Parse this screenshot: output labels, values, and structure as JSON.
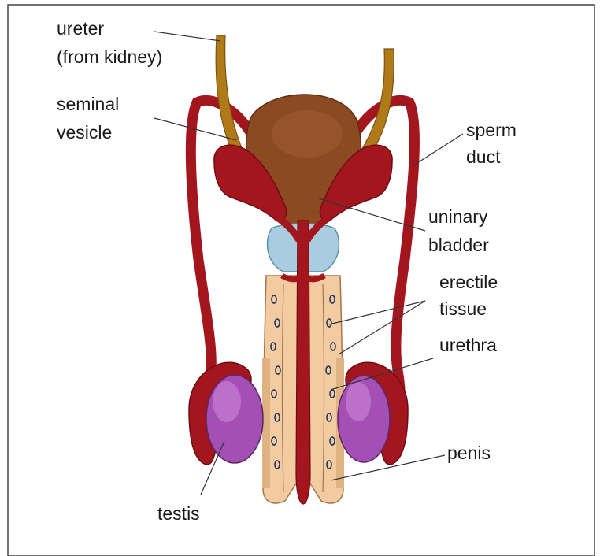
{
  "diagram": {
    "labels": {
      "ureter_line1": "ureter",
      "ureter_line2": "(from kidney)",
      "seminal_line1": "seminal",
      "seminal_line2": "vesicle",
      "sperm_line1": "sperm",
      "sperm_line2": "duct",
      "bladder_line1": "uninary",
      "bladder_line2": "bladder",
      "erectile_line1": "erectile",
      "erectile_line2": "tissue",
      "urethra": "urethra",
      "penis": "penis",
      "testis": "testis"
    },
    "colors": {
      "bladder": "#8b4a22",
      "duct": "#a3161d",
      "ureter": "#b07a18",
      "prostate": "#a9cde0",
      "erectile": "#f3cba0",
      "testis": "#a44fb3",
      "line": "#333333"
    }
  }
}
